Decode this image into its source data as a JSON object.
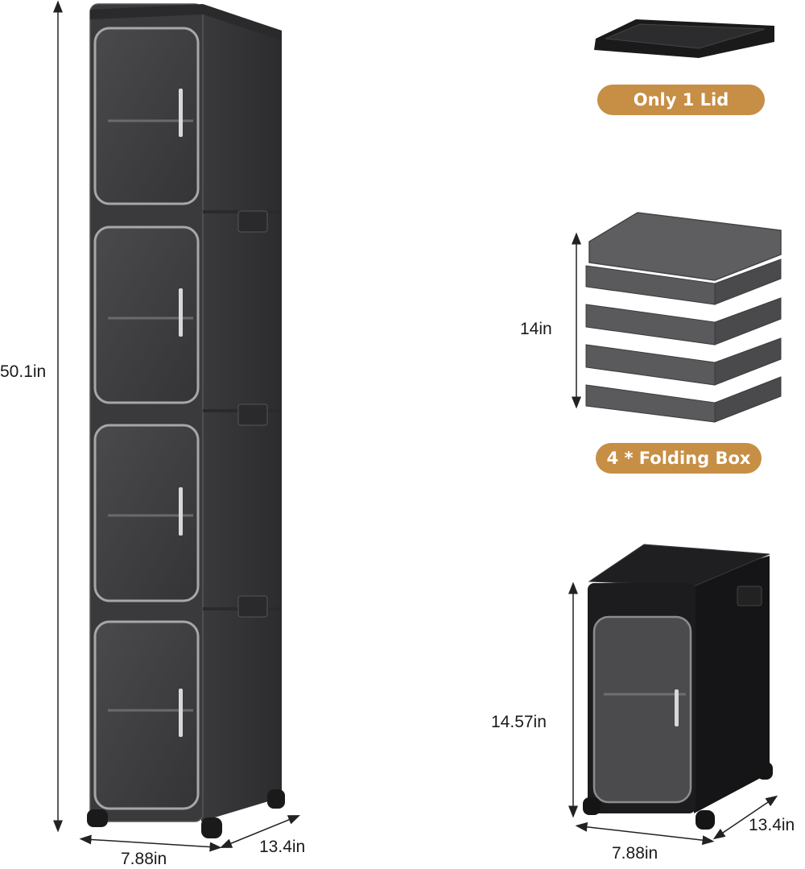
{
  "colors": {
    "accent": "#c68f45",
    "unit_dark": "#3f3f41",
    "unit_mid": "#545457",
    "black_unit": "#1c1c1e",
    "dim_line": "#222222"
  },
  "tall_tower": {
    "height_label": "50.1in",
    "width_label": "7.88in",
    "depth_label": "13.4in",
    "box_count": 4
  },
  "lid": {
    "badge": "Only 1 Lid"
  },
  "folded_stack": {
    "height_label": "14in",
    "badge": "4 * Folding Box",
    "layer_count": 4
  },
  "single_unit": {
    "height_label": "14.57in",
    "width_label": "7.88in",
    "depth_label": "13.4in"
  }
}
